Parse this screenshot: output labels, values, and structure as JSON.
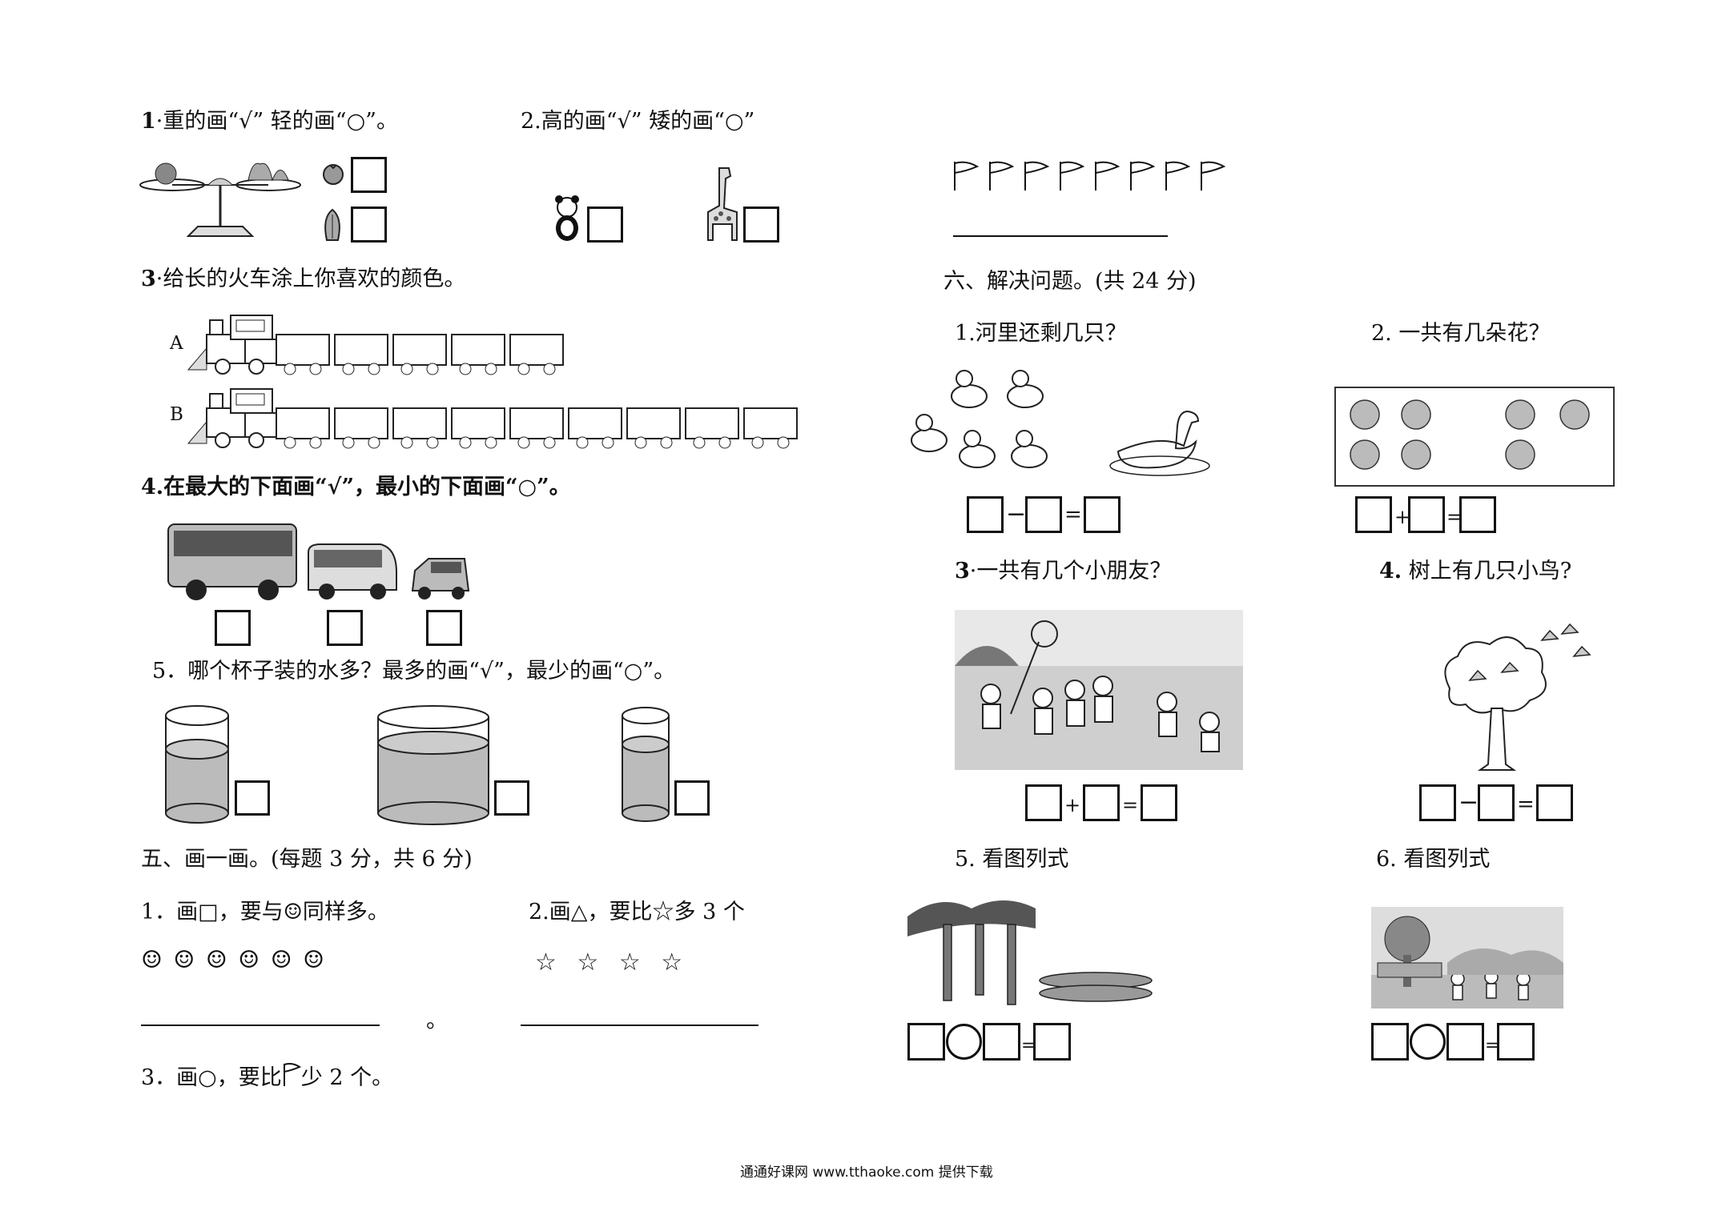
{
  "left": {
    "q1": {
      "num": "1",
      "text": "·重的画“√” 轻的画“○”。"
    },
    "q2": {
      "text": "2.高的画“√” 矮的画“○”"
    },
    "q3": {
      "num": "3",
      "text": "·给长的火车涂上你喜欢的颜色。",
      "label_a": "A",
      "label_b": "B"
    },
    "q4": {
      "text": "4.在最大的下面画“√”，最小的下面画“○”。"
    },
    "q5": {
      "text": "5．哪个杯子装的水多？最多的画“√”，最少的画“○”。"
    },
    "section5": {
      "title": "五、画一画。(每题 3 分，共 6 分)"
    },
    "draw1": {
      "text": "1．画□，要与☺同样多。",
      "smileys": "☺ ☺ ☺ ☺ ☺ ☺"
    },
    "draw2": {
      "text": "2.画△，要比☆多 3 个",
      "stars": "☆ ☆ ☆ ☆"
    },
    "dot": "。",
    "draw3": {
      "text_a": "3．画○，要比",
      "text_b": "少 2 个。"
    }
  },
  "right": {
    "section6": {
      "title": "六、解决问题。(共 24 分)"
    },
    "p1": {
      "text": "1.河里还剩几只？",
      "op": "−",
      "eq": "="
    },
    "p2": {
      "text": "2. 一共有几朵花？",
      "op": "+",
      "eq": "="
    },
    "p3": {
      "num": "3",
      "text": "·一共有几个小朋友？",
      "op": "+",
      "eq": "="
    },
    "p4": {
      "num": "4.",
      "text": "树上有几只小鸟?",
      "op": "−",
      "eq": "="
    },
    "p5": {
      "text": "5. 看图列式",
      "eq": "="
    },
    "p6": {
      "text": "6. 看图列式",
      "eq": "="
    }
  },
  "footer": {
    "text": "通通好课网 www.tthaoke.com 提供下载"
  }
}
